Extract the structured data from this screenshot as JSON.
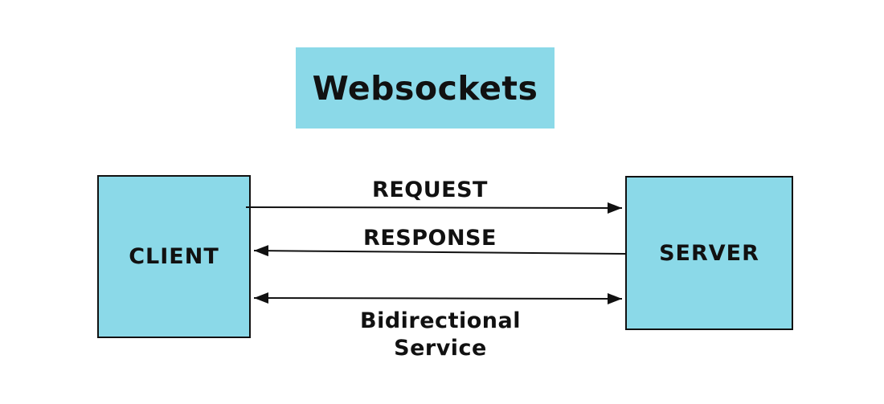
{
  "diagram": {
    "title": "Websockets",
    "nodes": {
      "client": {
        "label": "CLIENT"
      },
      "server": {
        "label": "SERVER"
      }
    },
    "arrows": [
      {
        "label": "REQUEST",
        "from": "CLIENT",
        "to": "SERVER",
        "direction": "right"
      },
      {
        "label": "RESPONSE",
        "from": "SERVER",
        "to": "CLIENT",
        "direction": "left"
      },
      {
        "label": "Bidirectional Service",
        "from": "CLIENT",
        "to": "SERVER",
        "direction": "both"
      }
    ],
    "colors": {
      "box_fill": "#8BD9E8",
      "line": "#111111",
      "text": "#111111",
      "background": "#ffffff"
    }
  }
}
